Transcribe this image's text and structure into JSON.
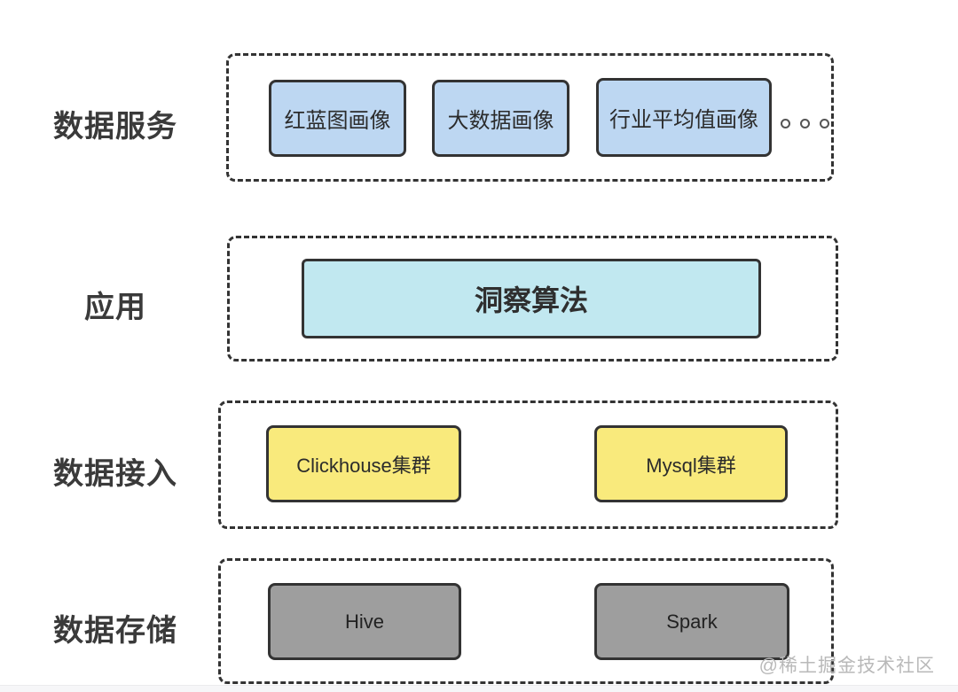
{
  "diagram": {
    "rows": [
      {
        "label": "数据服务",
        "boxes": [
          {
            "label": "红蓝图画像"
          },
          {
            "label": "大数据画像"
          },
          {
            "label": "行业平均值画像"
          }
        ],
        "ellipsis_icon": "more-dots-icon"
      },
      {
        "label": "应用",
        "boxes": [
          {
            "label": "洞察算法"
          }
        ]
      },
      {
        "label": "数据接入",
        "boxes": [
          {
            "label": "Clickhouse集群"
          },
          {
            "label": "Mysql集群"
          }
        ]
      },
      {
        "label": "数据存储",
        "boxes": [
          {
            "label": "Hive"
          },
          {
            "label": "Spark"
          }
        ]
      }
    ]
  },
  "watermark": {
    "text": "@稀土掘金技术社区"
  },
  "colors": {
    "blue_fill": "#bdd7f2",
    "cyan_fill": "#c1e8f0",
    "yellow_fill": "#f9ea7c",
    "gray_fill": "#9e9e9e",
    "border": "#333333",
    "label_text": "#3a3a3a",
    "watermark_text": "#b9b9b9"
  }
}
